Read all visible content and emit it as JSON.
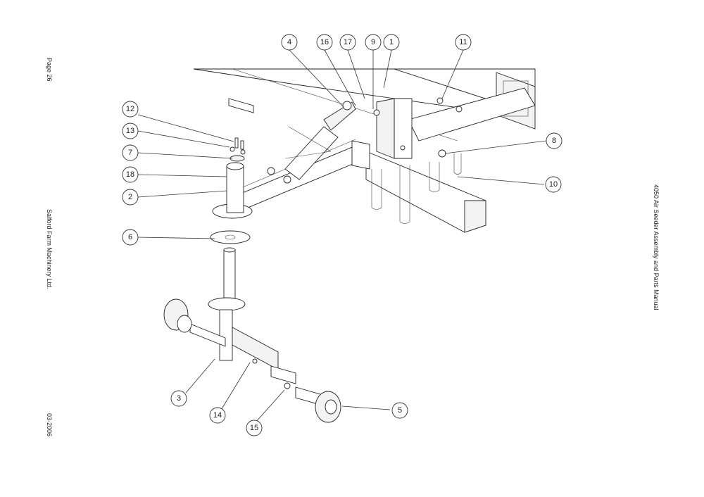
{
  "margin_left": {
    "page": "Page 26",
    "company": "Salford Farm Machinery Ltd.",
    "date": "03-2006"
  },
  "margin_right": {
    "manual_title": "4050 Air Seeder Assembly and Parts Manual"
  },
  "callouts": [
    "4",
    "16",
    "17",
    "9",
    "1",
    "11",
    "12",
    "13",
    "7",
    "18",
    "2",
    "6",
    "8",
    "10",
    "3",
    "14",
    "15",
    "5"
  ]
}
